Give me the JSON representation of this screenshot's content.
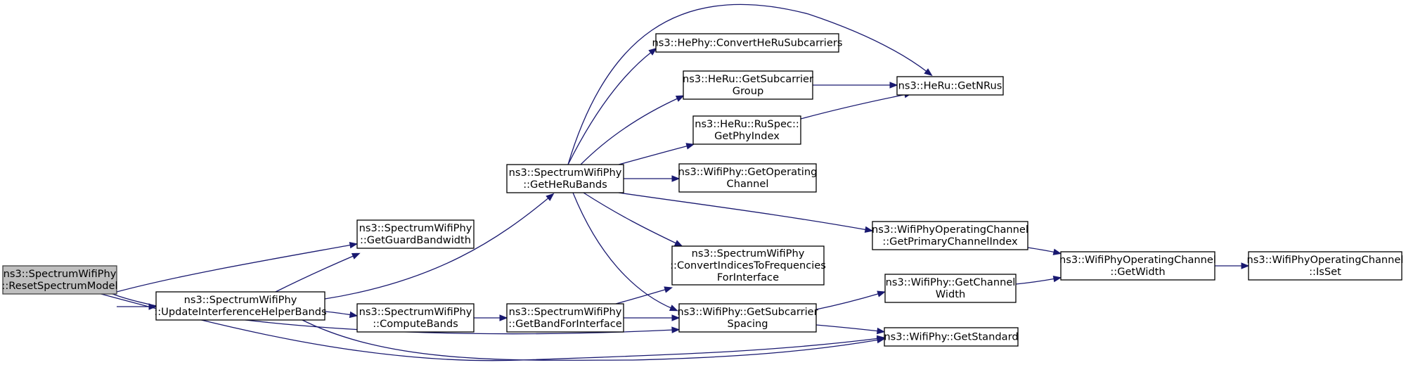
{
  "graph": {
    "title": "",
    "colors": {
      "edge": "#191970",
      "root_fill": "#bfbfbf",
      "node_fill": "#ffffff",
      "node_border": "#000000"
    },
    "nodes": [
      {
        "id": "resetSpectrumModel",
        "label": [
          "ns3::SpectrumWifiPhy",
          "::ResetSpectrumModel"
        ],
        "root": true
      },
      {
        "id": "updateInterferenceHelperBands",
        "label": [
          "ns3::SpectrumWifiPhy",
          "::UpdateInterferenceHelperBands"
        ]
      },
      {
        "id": "getGuardBandwidth",
        "label": [
          "ns3::SpectrumWifiPhy",
          "::GetGuardBandwidth"
        ]
      },
      {
        "id": "computeBands",
        "label": [
          "ns3::SpectrumWifiPhy",
          "::ComputeBands"
        ]
      },
      {
        "id": "getHeRuBands",
        "label": [
          "ns3::SpectrumWifiPhy",
          "::GetHeRuBands"
        ]
      },
      {
        "id": "getBandForInterface",
        "label": [
          "ns3::SpectrumWifiPhy",
          "::GetBandForInterface"
        ]
      },
      {
        "id": "convertHeRuSubcarriers",
        "label": [
          "ns3::HePhy::ConvertHeRuSubcarriers"
        ]
      },
      {
        "id": "getSubcarrierGroup",
        "label": [
          "ns3::HeRu::GetSubcarrier",
          "Group"
        ]
      },
      {
        "id": "getPhyIndex",
        "label": [
          "ns3::HeRu::RuSpec::",
          "GetPhyIndex"
        ]
      },
      {
        "id": "getOperatingChannel",
        "label": [
          "ns3::WifiPhy::GetOperating",
          "Channel"
        ]
      },
      {
        "id": "convertIndicesToFrequencies",
        "label": [
          "ns3::SpectrumWifiPhy",
          "::ConvertIndicesToFrequencies",
          "ForInterface"
        ]
      },
      {
        "id": "getSubcarrierSpacing",
        "label": [
          "ns3::WifiPhy::GetSubcarrier",
          "Spacing"
        ]
      },
      {
        "id": "getNRus",
        "label": [
          "ns3::HeRu::GetNRus"
        ]
      },
      {
        "id": "getPrimaryChannelIndex",
        "label": [
          "ns3::WifiPhyOperatingChannel",
          "::GetPrimaryChannelIndex"
        ]
      },
      {
        "id": "getChannelWidth",
        "label": [
          "ns3::WifiPhy::GetChannel",
          "Width"
        ]
      },
      {
        "id": "getStandard",
        "label": [
          "ns3::WifiPhy::GetStandard"
        ]
      },
      {
        "id": "getWidth",
        "label": [
          "ns3::WifiPhyOperatingChannel",
          "::GetWidth"
        ]
      },
      {
        "id": "isSet",
        "label": [
          "ns3::WifiPhyOperatingChannel",
          "::IsSet"
        ]
      }
    ],
    "edges": [
      {
        "from": "resetSpectrumModel",
        "to": "updateInterferenceHelperBands"
      },
      {
        "from": "resetSpectrumModel",
        "to": "getGuardBandwidth"
      },
      {
        "from": "resetSpectrumModel",
        "to": "getSubcarrierSpacing"
      },
      {
        "from": "resetSpectrumModel",
        "to": "getStandard"
      },
      {
        "from": "updateInterferenceHelperBands",
        "to": "getGuardBandwidth"
      },
      {
        "from": "updateInterferenceHelperBands",
        "to": "computeBands"
      },
      {
        "from": "updateInterferenceHelperBands",
        "to": "getHeRuBands"
      },
      {
        "from": "updateInterferenceHelperBands",
        "to": "getStandard"
      },
      {
        "from": "computeBands",
        "to": "getBandForInterface"
      },
      {
        "from": "getBandForInterface",
        "to": "convertIndicesToFrequencies"
      },
      {
        "from": "getBandForInterface",
        "to": "getSubcarrierSpacing"
      },
      {
        "from": "getHeRuBands",
        "to": "getNRus"
      },
      {
        "from": "getHeRuBands",
        "to": "convertHeRuSubcarriers"
      },
      {
        "from": "getHeRuBands",
        "to": "getSubcarrierGroup"
      },
      {
        "from": "getHeRuBands",
        "to": "getPhyIndex"
      },
      {
        "from": "getHeRuBands",
        "to": "getOperatingChannel"
      },
      {
        "from": "getHeRuBands",
        "to": "getPrimaryChannelIndex"
      },
      {
        "from": "getHeRuBands",
        "to": "convertIndicesToFrequencies"
      },
      {
        "from": "getHeRuBands",
        "to": "getSubcarrierSpacing"
      },
      {
        "from": "getSubcarrierGroup",
        "to": "getNRus"
      },
      {
        "from": "getPhyIndex",
        "to": "getNRus"
      },
      {
        "from": "getPrimaryChannelIndex",
        "to": "getWidth"
      },
      {
        "from": "getSubcarrierSpacing",
        "to": "getChannelWidth"
      },
      {
        "from": "getSubcarrierSpacing",
        "to": "getStandard"
      },
      {
        "from": "getChannelWidth",
        "to": "getWidth"
      },
      {
        "from": "getWidth",
        "to": "isSet"
      }
    ]
  }
}
